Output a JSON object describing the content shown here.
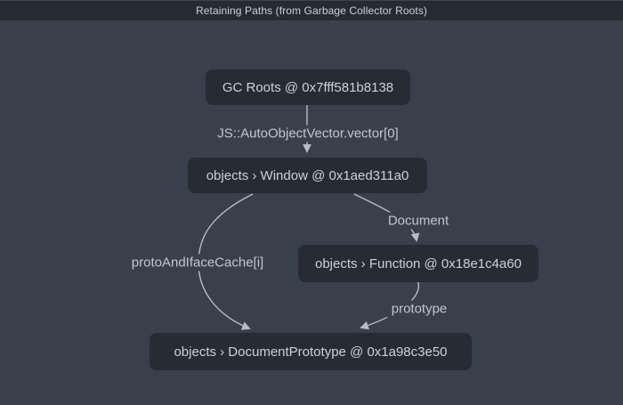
{
  "header": {
    "title": "Retaining Paths (from Garbage Collector Roots)"
  },
  "graph": {
    "nodes": [
      {
        "id": "gc-roots",
        "label": "GC Roots @ 0x7fff581b8138"
      },
      {
        "id": "window",
        "label": "objects › Window @ 0x1aed311a0"
      },
      {
        "id": "function",
        "label": "objects › Function @ 0x18e1c4a60"
      },
      {
        "id": "document-prototype",
        "label": "objects › DocumentPrototype @ 0x1a98c3e50"
      }
    ],
    "edges": [
      {
        "from": "gc-roots",
        "to": "window",
        "label": "JS::AutoObjectVector.vector[0]"
      },
      {
        "from": "window",
        "to": "function",
        "label": "Document"
      },
      {
        "from": "window",
        "to": "document-prototype",
        "label": "protoAndIfaceCache[i]"
      },
      {
        "from": "function",
        "to": "document-prototype",
        "label": "prototype"
      }
    ]
  },
  "colors": {
    "canvas_background": "#3a404b",
    "header_background": "#262b33",
    "node_background": "#262b34",
    "node_text": "#ccd1d8",
    "edge_stroke": "#b6bcc5",
    "edge_label_text": "#c1c6ce"
  }
}
